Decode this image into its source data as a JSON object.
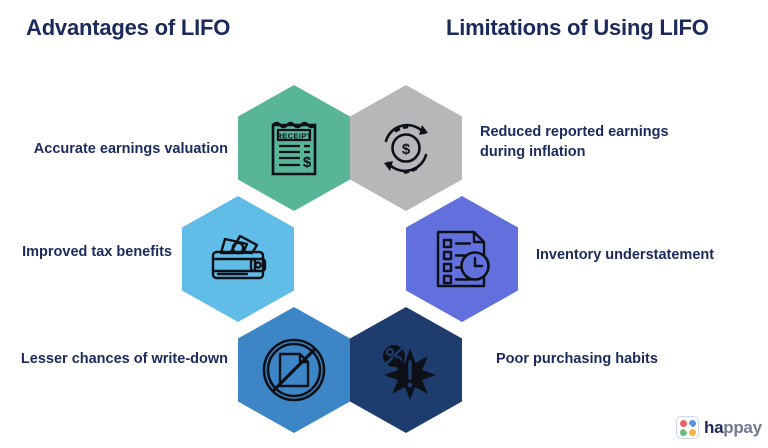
{
  "headings": {
    "left": "Advantages of LIFO",
    "right": "Limitations of Using LIFO"
  },
  "advantages": [
    {
      "label": "Accurate earnings valuation",
      "icon": "receipt-icon",
      "color": "#58b598"
    },
    {
      "label": "Improved tax benefits",
      "icon": "wallet-icon",
      "color": "#61bde8"
    },
    {
      "label": "Lesser chances of write-down",
      "icon": "no-document-icon",
      "color": "#3c86c8"
    }
  ],
  "limitations": [
    {
      "label": "Reduced reported earnings during inflation",
      "line1": "Reduced reported earnings",
      "line2": "during inflation",
      "icon": "cash-flow-cycle-icon",
      "color": "#b5b7b9"
    },
    {
      "label": "Inventory understatement",
      "icon": "checklist-clock-icon",
      "color": "#6270dd"
    },
    {
      "label": "Poor purchasing habits",
      "icon": "alert-discount-icon",
      "color": "#1e3d6e"
    }
  ],
  "icon_text": {
    "receipt_heading": "RECEIPT",
    "receipt_currency": "$",
    "coin_currency": "$",
    "percent_symbol": "%",
    "alert_symbol": "!"
  },
  "logo": {
    "name_bold": "ha",
    "name_soft": "ppay",
    "mark": "four-dot-square-logo"
  },
  "theme": {
    "text_color": "#1b2a5b",
    "background": "#ffffff",
    "icon_stroke": "#0d1117"
  }
}
